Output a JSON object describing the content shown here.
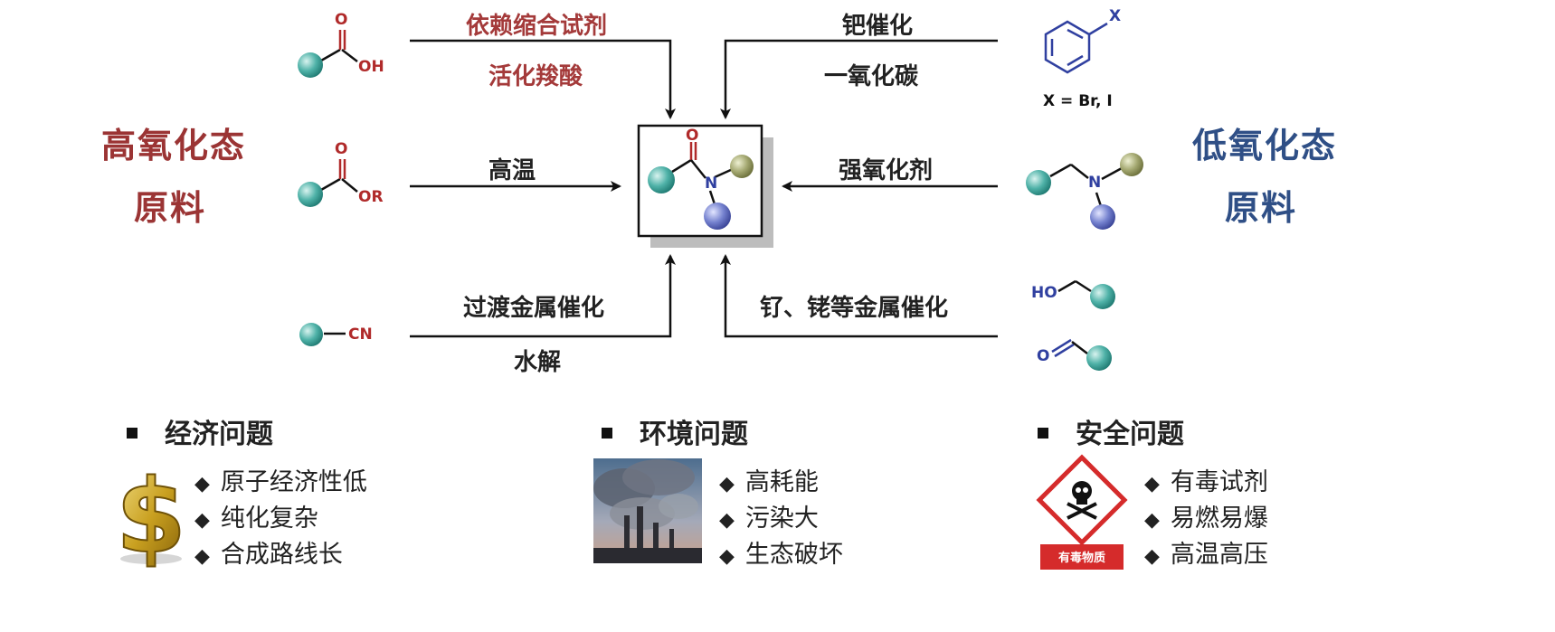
{
  "high_state": {
    "line1": "高氧化态",
    "line2": "原料"
  },
  "low_state": {
    "line1": "低氧化态",
    "line2": "原料"
  },
  "reactions": {
    "acid_label1": "依赖缩合试剂",
    "acid_label2": "活化羧酸",
    "ester_label": "高温",
    "nitrile_label1": "过渡金属催化",
    "nitrile_label2": "水解",
    "arylhalide_label1": "钯催化",
    "arylhalide_label2": "一氧化碳",
    "amine_label": "强氧化剂",
    "alcohol_label": "钌、铑等金属催化"
  },
  "chem_text": {
    "acid_o": "O",
    "acid_oh": "OH",
    "ester_o": "O",
    "ester_or": "OR",
    "nitrile_cn": "CN",
    "aryl_x": "X",
    "aryl_note": "X = Br, I",
    "amine_n": "N",
    "alcohol_ho": "HO",
    "aldehyde_o": "O",
    "product_o": "O",
    "product_n": "N"
  },
  "issues": [
    {
      "title": "经济问题",
      "items": [
        "原子经济性低",
        "纯化复杂",
        "合成路线长"
      ],
      "icon": "dollar-sign-icon"
    },
    {
      "title": "环境问题",
      "items": [
        "高耗能",
        "污染大",
        "生态破坏"
      ],
      "icon": "factory-smoke-icon"
    },
    {
      "title": "安全问题",
      "items": [
        "有毒试剂",
        "易燃易爆",
        "高温高压"
      ],
      "icon": "toxic-hazard-icon"
    }
  ],
  "hazard_label": "有毒物质",
  "colors": {
    "high_title": "#9b3434",
    "low_title": "#2f4f86",
    "red_label": "#a43a3a",
    "teal_ball": "#3fa9a0",
    "olive_ball": "#9ba36a",
    "blue_ball": "#6b78c4",
    "hetero_red": "#b02a2a",
    "hetero_blue": "#3040a0"
  }
}
